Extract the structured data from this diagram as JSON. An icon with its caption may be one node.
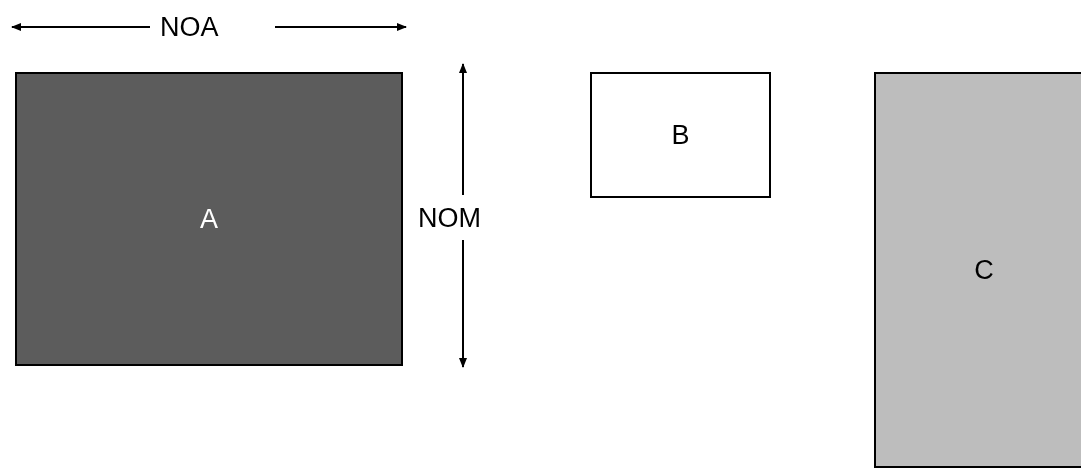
{
  "diagram": {
    "nodes": [
      {
        "text": [
          "A"
        ]
      },
      {
        "text": [
          "B"
        ]
      },
      {
        "text": [
          "C"
        ]
      }
    ],
    "labels": [
      "NOA",
      "NOM"
    ]
  }
}
